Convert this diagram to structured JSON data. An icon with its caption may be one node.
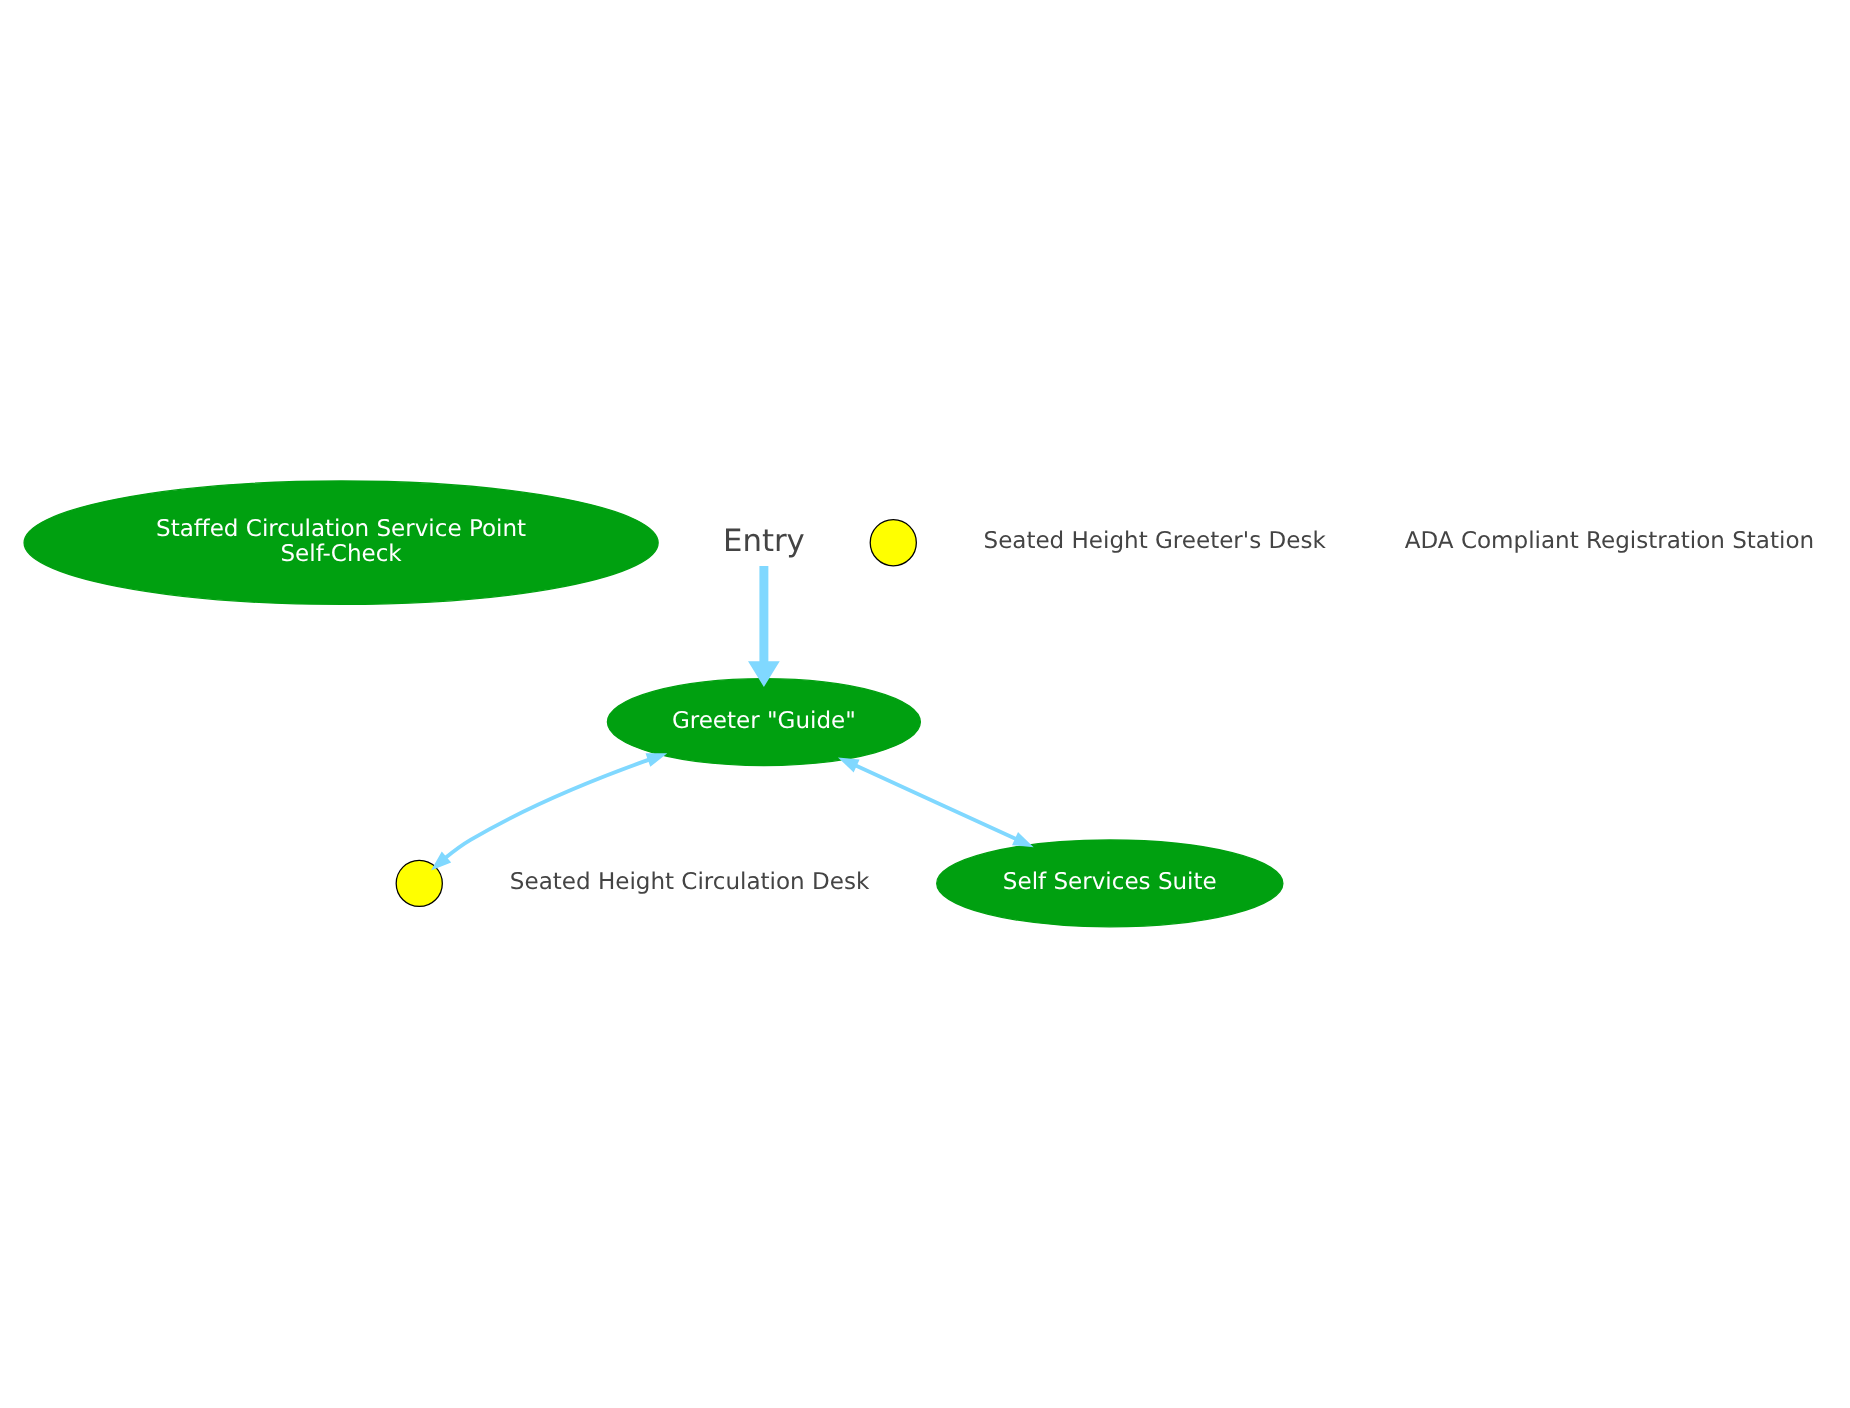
{
  "diagram": {
    "nodes": [
      {
        "text": [
          "Staffed Circulation Service Point",
          "Self-Check"
        ]
      },
      {
        "text": [],
        "shape": "circle",
        "beside": [
          "Seated Height Circulation Desk"
        ]
      },
      {
        "text": [
          "Entry"
        ]
      },
      {
        "text": [
          "Greeter \"Guide\""
        ]
      },
      {
        "text": [],
        "shape": "circle",
        "beside": [
          "Seated Height Greeter's Desk"
        ]
      },
      {
        "text": [
          "Self Services Suite"
        ]
      }
    ],
    "edges": [
      {
        "from": 2,
        "to": 3,
        "arrow": "to",
        "style": "thick"
      },
      {
        "from": 3,
        "to": 1,
        "arrow": "both"
      },
      {
        "from": 3,
        "to": 5,
        "arrow": "both"
      }
    ],
    "labels": [
      "ADA Compliant Registration Station"
    ]
  }
}
